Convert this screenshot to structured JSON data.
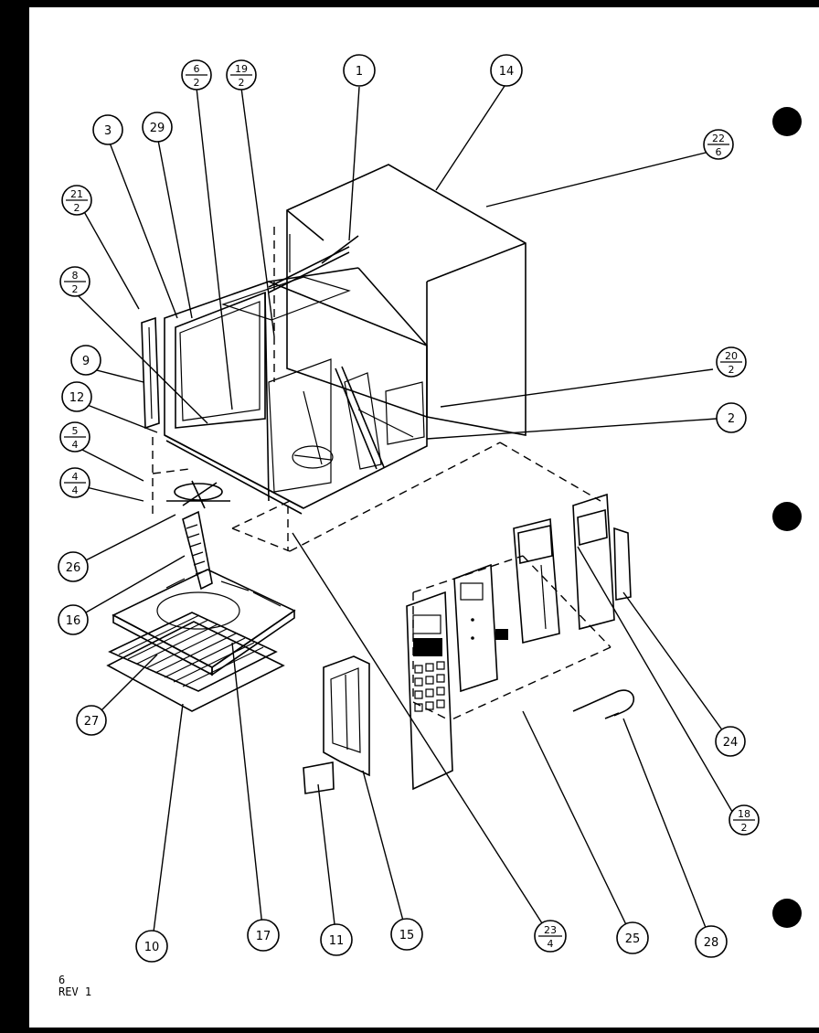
{
  "callouts": [
    {
      "id": "c1",
      "text": "1"
    },
    {
      "id": "c14",
      "text": "14"
    },
    {
      "id": "c6_2",
      "num": "6",
      "den": "2"
    },
    {
      "id": "c19_2",
      "num": "19",
      "den": "2"
    },
    {
      "id": "c3",
      "text": "3"
    },
    {
      "id": "c29",
      "text": "29"
    },
    {
      "id": "c22_6",
      "num": "22",
      "den": "6"
    },
    {
      "id": "c21_2",
      "num": "21",
      "den": "2"
    },
    {
      "id": "c8_2",
      "num": "8",
      "den": "2"
    },
    {
      "id": "c9",
      "text": "9"
    },
    {
      "id": "c12",
      "text": "12"
    },
    {
      "id": "c5_4",
      "num": "5",
      "den": "4"
    },
    {
      "id": "c4_4",
      "num": "4",
      "den": "4"
    },
    {
      "id": "c20_2",
      "num": "20",
      "den": "2"
    },
    {
      "id": "c2",
      "text": "2"
    },
    {
      "id": "c26",
      "text": "26"
    },
    {
      "id": "c16",
      "text": "16"
    },
    {
      "id": "c27",
      "text": "27"
    },
    {
      "id": "c24",
      "text": "24"
    },
    {
      "id": "c18_2",
      "num": "18",
      "den": "2"
    },
    {
      "id": "c10",
      "text": "10"
    },
    {
      "id": "c17",
      "text": "17"
    },
    {
      "id": "c11",
      "text": "11"
    },
    {
      "id": "c15",
      "text": "15"
    },
    {
      "id": "c23_4",
      "num": "23",
      "den": "4"
    },
    {
      "id": "c25",
      "text": "25"
    },
    {
      "id": "c28",
      "text": "28"
    }
  ],
  "footer": {
    "page": "6",
    "revision": "REV 1"
  },
  "colors": {
    "ink": "#000000",
    "paper": "#ffffff",
    "border": "#000000"
  }
}
